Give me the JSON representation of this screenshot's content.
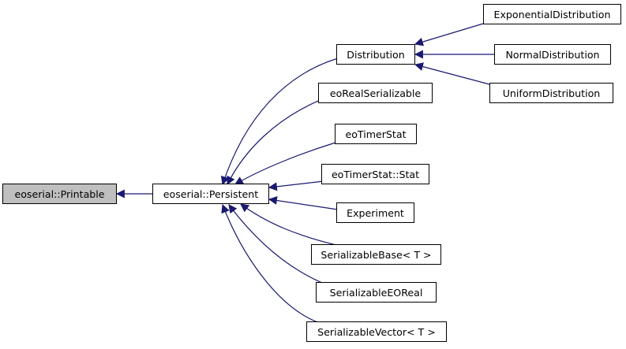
{
  "nodes": {
    "printable": "eoserial::Printable",
    "persistent": "eoserial::Persistent",
    "distribution": "Distribution",
    "exponential": "ExponentialDistribution",
    "normal": "NormalDistribution",
    "uniform": "UniformDistribution",
    "eoreal": "eoRealSerializable",
    "timerstat": "eoTimerStat",
    "timerstat_stat": "eoTimerStat::Stat",
    "experiment": "Experiment",
    "ser_base": "SerializableBase< T >",
    "ser_eoreal": "SerializableEOReal",
    "ser_vector": "SerializableVector< T >"
  },
  "colors": {
    "edge": "#191970",
    "root_fill": "#bfbfbf"
  }
}
